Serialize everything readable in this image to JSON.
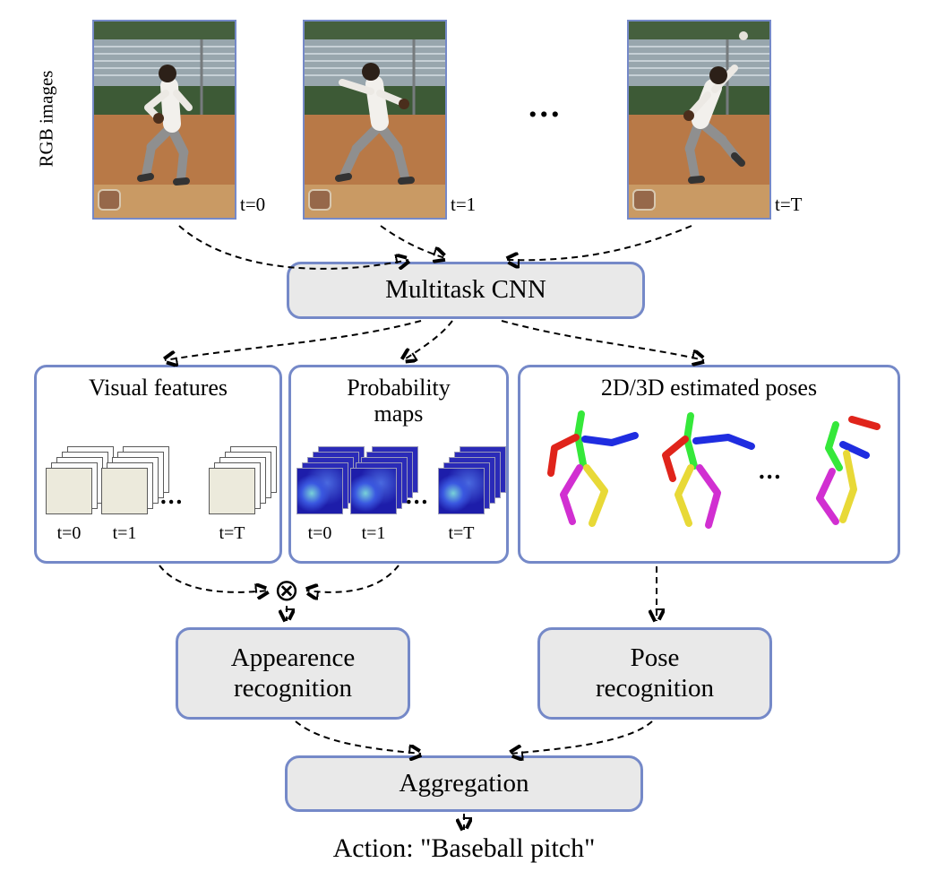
{
  "colors": {
    "box_border": "#7589c8",
    "box_fill": "#e9e9e9",
    "pose_red": "#e0241b",
    "pose_green": "#35e83a",
    "pose_blue": "#1f2de0",
    "pose_magenta": "#d12fd1",
    "pose_yellow": "#e8d937"
  },
  "rgb_images": {
    "side_label": "RGB images",
    "frames": [
      {
        "label": "t=0"
      },
      {
        "label": "t=1"
      },
      {
        "label": "t=T"
      }
    ],
    "ellipsis": "..."
  },
  "cnn": {
    "label": "Multitask CNN"
  },
  "visual_features": {
    "title": "Visual features",
    "stack_labels": [
      "t=0",
      "t=1",
      "t=T"
    ],
    "ellipsis": "..."
  },
  "probability_maps": {
    "title": "Probability maps",
    "stack_labels": [
      "t=0",
      "t=1",
      "t=T"
    ],
    "ellipsis": "..."
  },
  "poses": {
    "title": "2D/3D estimated poses",
    "ellipsis": "..."
  },
  "operator": {
    "multiply": "⊗"
  },
  "appearance": {
    "label": "Appearence recognition"
  },
  "pose_recognition": {
    "label": "Pose recognition"
  },
  "aggregation": {
    "label": "Aggregation"
  },
  "output": {
    "text": "Action: \"Baseball pitch\""
  }
}
